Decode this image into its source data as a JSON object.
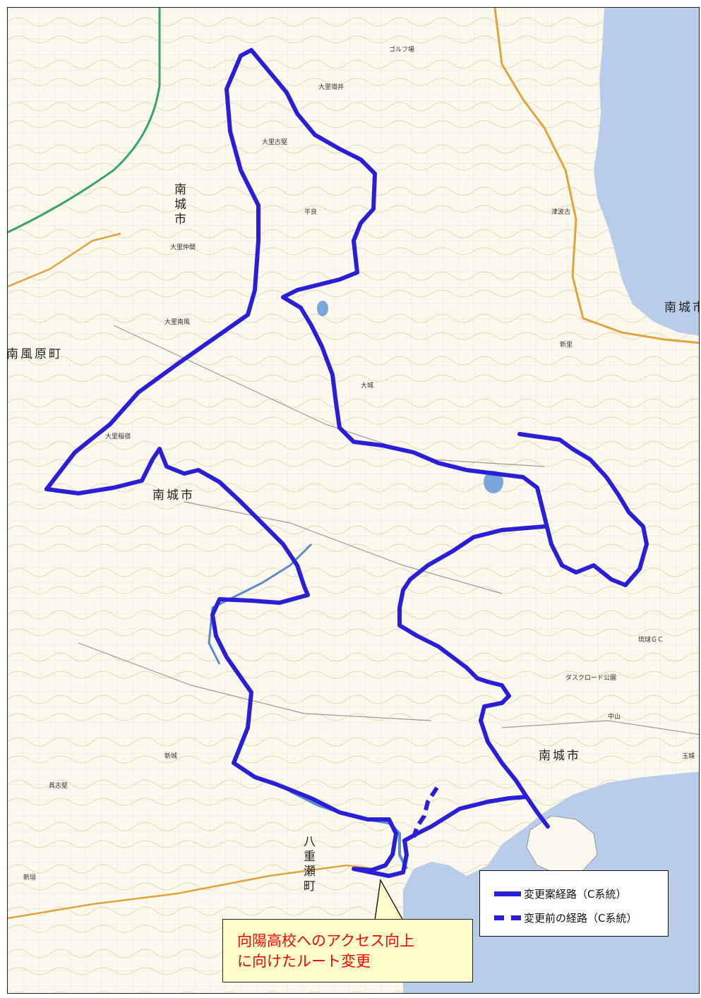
{
  "colors": {
    "route": "#2a1fd6",
    "sea": "#b9cdea",
    "land": "#fbf8ee",
    "callout_text": "#ff0000",
    "callout_bg": "#ffffcc"
  },
  "places": {
    "nanjo_v": "南城市",
    "nanjo_center": "南城市",
    "nanjo_east": "南城市",
    "nanjo_edge": "南城市",
    "haebaru": "南風原町",
    "yaese": "八重瀬町"
  },
  "small_labels": {
    "golf": "ゴルフ場",
    "ozato_kaisei": "大里古堅",
    "ozato_hobe": "大里稲嶺",
    "ozato_ohira": "大里嶺井",
    "ozato_nakama": "大里仲間",
    "ozato_minami": "大里南風",
    "hiraraga": "平良",
    "tamagusuku_gc": "琉球ＧＣ",
    "gusuku_park": "ダスクロード公園",
    "tamagusuku": "玉城",
    "shinzato": "新里",
    "tsukeshiro": "津波古",
    "yamato": "大城",
    "nakayama": "中山",
    "shinjo": "新城",
    "gusukube": "具志堅",
    "arakaki": "新垣"
  },
  "legend": {
    "new_route": "変更案経路（C系統）",
    "old_route": "変更前の経路（C系統）"
  },
  "callout": {
    "text": "向陽高校へのアクセス向上\nに向けたルート変更"
  }
}
